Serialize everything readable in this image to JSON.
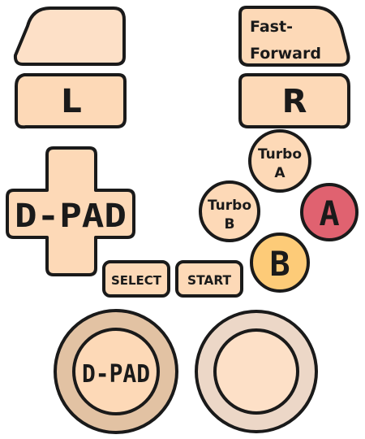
{
  "colors": {
    "button_fill": "#fdd9b7",
    "button_fill_light": "#fde0c7",
    "outline": "#1a1a1a",
    "a_button_fill": "#e06270",
    "b_button_fill": "#fdcb78",
    "analog_outer_left": "#e2c2a3",
    "analog_outer_right": "#ecd7c7"
  },
  "shoulder": {
    "fast_forward_line1": "Fast-",
    "fast_forward_line2": "Forward",
    "l_label": "L",
    "r_label": "R"
  },
  "dpad": {
    "label": "D-PAD"
  },
  "face_buttons": {
    "turbo_a_line1": "Turbo",
    "turbo_a_line2": "A",
    "turbo_b_line1": "Turbo",
    "turbo_b_line2": "B",
    "a_label": "A",
    "b_label": "B"
  },
  "system": {
    "select_label": "SELECT",
    "start_label": "START"
  },
  "analog": {
    "left_label": "D-PAD"
  }
}
